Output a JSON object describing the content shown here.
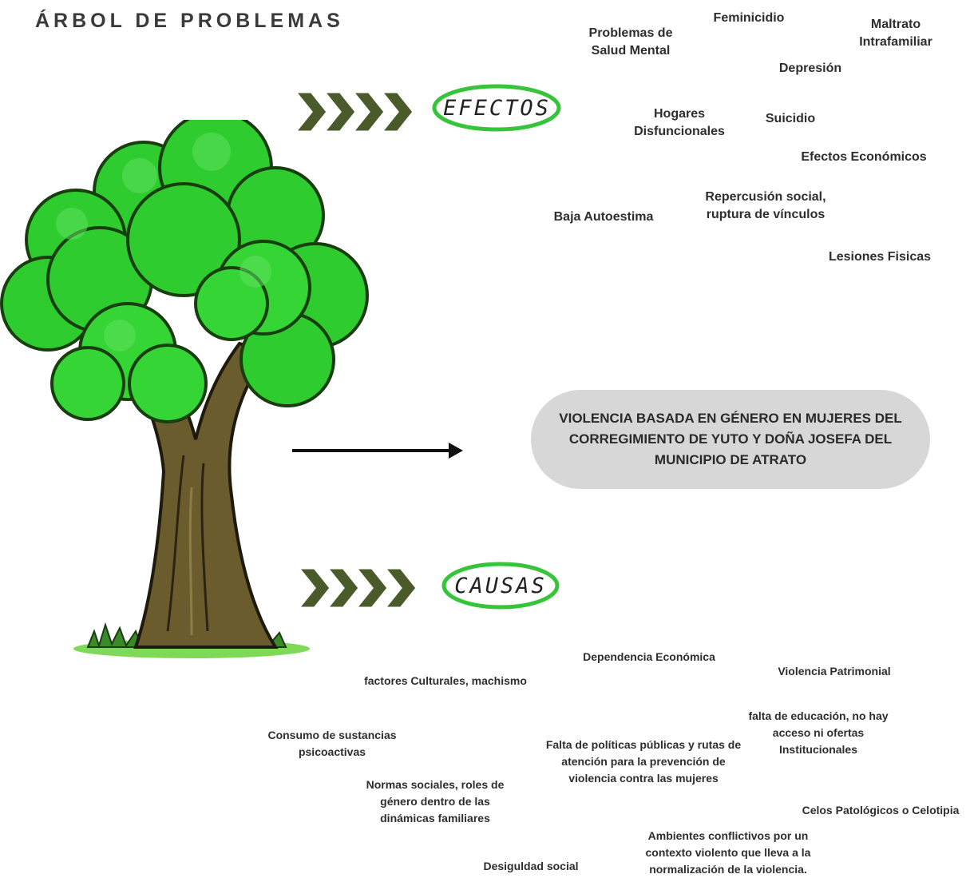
{
  "title": "ÁRBOL DE PROBLEMAS",
  "effects_label": "EFECTOS",
  "causes_label": "CAUSAS",
  "central_problem": "VIOLENCIA BASADA EN GÉNERO EN MUJERES DEL CORREGIMIENTO DE YUTO Y DOÑA JOSEFA DEL MUNICIPIO DE ATRATO",
  "effects": [
    "Problemas de\nSalud Mental",
    "Feminicidio",
    "Maltrato\nIntrafamiliar",
    "Depresión",
    "Hogares\nDisfuncionales",
    "Suicidio",
    "Efectos Económicos",
    "Baja Autoestima",
    "Repercusión social,\nruptura de vínculos",
    "Lesiones Fisicas"
  ],
  "causes": [
    "Dependencia Económica",
    "Violencia Patrimonial",
    "factores Culturales, machismo",
    "falta de educación, no hay\nacceso ni ofertas\nInstitucionales",
    "Consumo de sustancias\npsicoactivas",
    "Falta de políticas públicas y rutas de\natención para la prevención de\nviolencia contra las mujeres",
    "Normas sociales, roles de\ngénero dentro de las\ndinámicas familiares",
    "Celos Patológicos o Celotipia",
    "Ambientes conflictivos por un\ncontexto violento que lleva a la\nnormalización de la violencia.",
    "Desiguldad social"
  ],
  "colors": {
    "leaf": "#2ecc2e",
    "leaf_dark": "#1f8a1f",
    "trunk": "#6b5c2e",
    "chevron": "#4a5a2a",
    "ring": "#35c43a",
    "problem_bg": "#d7d7d7"
  }
}
